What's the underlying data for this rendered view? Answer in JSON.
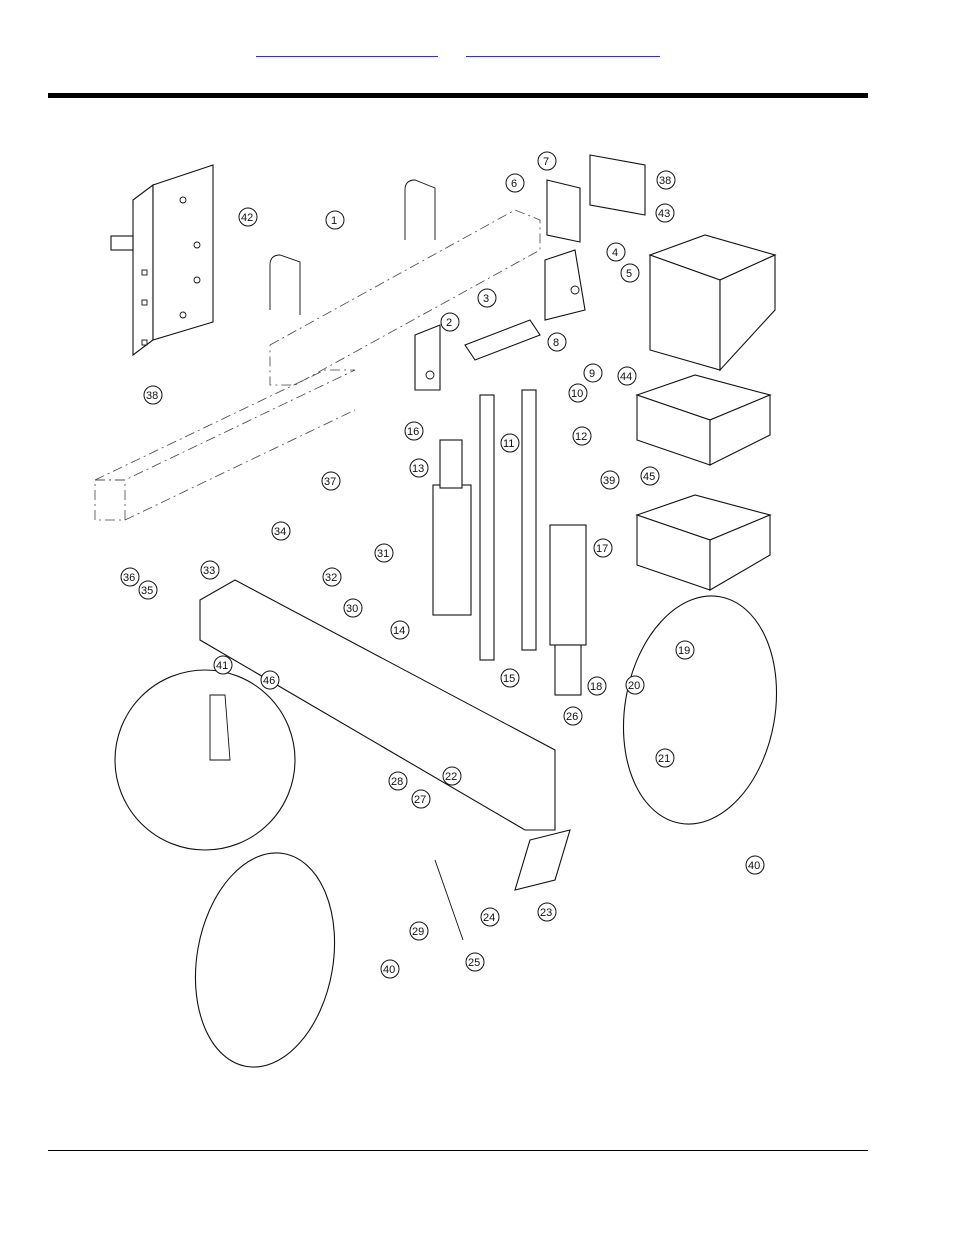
{
  "header": {
    "link_left": "",
    "link_right": ""
  },
  "diagram": {
    "callouts": [
      "1",
      "2",
      "3",
      "4",
      "5",
      "6",
      "7",
      "8",
      "9",
      "10",
      "11",
      "12",
      "13",
      "14",
      "15",
      "16",
      "17",
      "18",
      "19",
      "20",
      "21",
      "22",
      "23",
      "24",
      "25",
      "26",
      "27",
      "28",
      "29",
      "30",
      "31",
      "32",
      "33",
      "34",
      "35",
      "36",
      "37",
      "38",
      "39",
      "40",
      "41",
      "42",
      "43",
      "44",
      "45",
      "46"
    ]
  },
  "footer": {
    "text": ""
  }
}
